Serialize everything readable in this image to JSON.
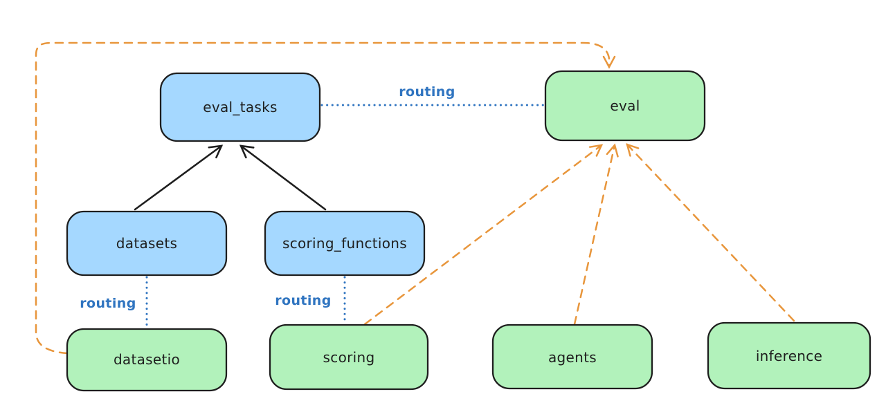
{
  "diagram": {
    "kind": "architecture-diagram",
    "nodes": {
      "eval_tasks": {
        "label": "eval_tasks",
        "role": "resource",
        "fill": "#a5d8ff"
      },
      "datasets": {
        "label": "datasets",
        "role": "resource",
        "fill": "#a5d8ff"
      },
      "scoring_functions": {
        "label": "scoring_functions",
        "role": "resource",
        "fill": "#a5d8ff"
      },
      "eval": {
        "label": "eval",
        "role": "api",
        "fill": "#b2f2bb"
      },
      "datasetio": {
        "label": "datasetio",
        "role": "api",
        "fill": "#b2f2bb"
      },
      "scoring": {
        "label": "scoring",
        "role": "api",
        "fill": "#b2f2bb"
      },
      "agents": {
        "label": "agents",
        "role": "api",
        "fill": "#b2f2bb"
      },
      "inference": {
        "label": "inference",
        "role": "api",
        "fill": "#b2f2bb"
      }
    },
    "edge_labels": {
      "eval_tasks_to_eval": "routing",
      "datasets_to_datasetio": "routing",
      "scoring_functions_to_scoring": "routing"
    },
    "edges": [
      {
        "from": "datasets",
        "to": "eval_tasks",
        "style": "solid-arrow",
        "color": "#1e1e1e"
      },
      {
        "from": "scoring_functions",
        "to": "eval_tasks",
        "style": "solid-arrow",
        "color": "#1e1e1e"
      },
      {
        "from": "eval_tasks",
        "to": "eval",
        "style": "dotted-line",
        "label": "routing",
        "color": "#2f74c0"
      },
      {
        "from": "datasets",
        "to": "datasetio",
        "style": "dotted-line",
        "label": "routing",
        "color": "#2f74c0"
      },
      {
        "from": "scoring_functions",
        "to": "scoring",
        "style": "dotted-line",
        "label": "routing",
        "color": "#2f74c0"
      },
      {
        "from": "datasetio",
        "to": "eval",
        "style": "dashed-arrow",
        "color": "#e8963c"
      },
      {
        "from": "scoring",
        "to": "eval",
        "style": "dashed-arrow",
        "color": "#e8963c"
      },
      {
        "from": "agents",
        "to": "eval",
        "style": "dashed-arrow",
        "color": "#e8963c"
      },
      {
        "from": "inference",
        "to": "eval",
        "style": "dashed-arrow",
        "color": "#e8963c"
      }
    ],
    "colors": {
      "resource_fill": "#a5d8ff",
      "api_fill": "#b2f2bb",
      "outline": "#1e1e1e",
      "routing_blue": "#2f74c0",
      "provider_orange": "#e8963c",
      "background": "#ffffff"
    }
  }
}
